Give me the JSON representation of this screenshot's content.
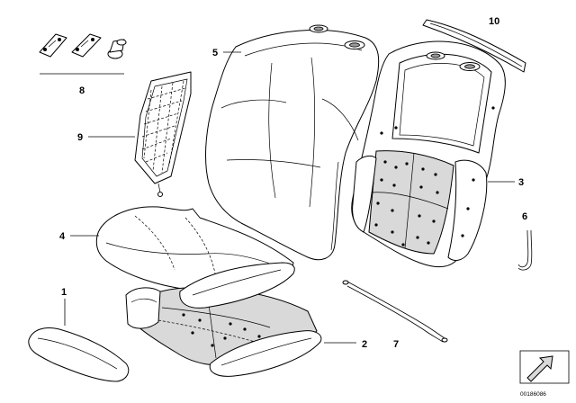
{
  "diagram": {
    "callouts": [
      {
        "id": "c1",
        "label": "1"
      },
      {
        "id": "c2",
        "label": "2"
      },
      {
        "id": "c3",
        "label": "3"
      },
      {
        "id": "c4",
        "label": "4"
      },
      {
        "id": "c5",
        "label": "5"
      },
      {
        "id": "c6",
        "label": "6"
      },
      {
        "id": "c7",
        "label": "7"
      },
      {
        "id": "c8",
        "label": "8"
      },
      {
        "id": "c9",
        "label": "9"
      },
      {
        "id": "c10",
        "label": "10"
      }
    ],
    "document_id": "00186086"
  }
}
